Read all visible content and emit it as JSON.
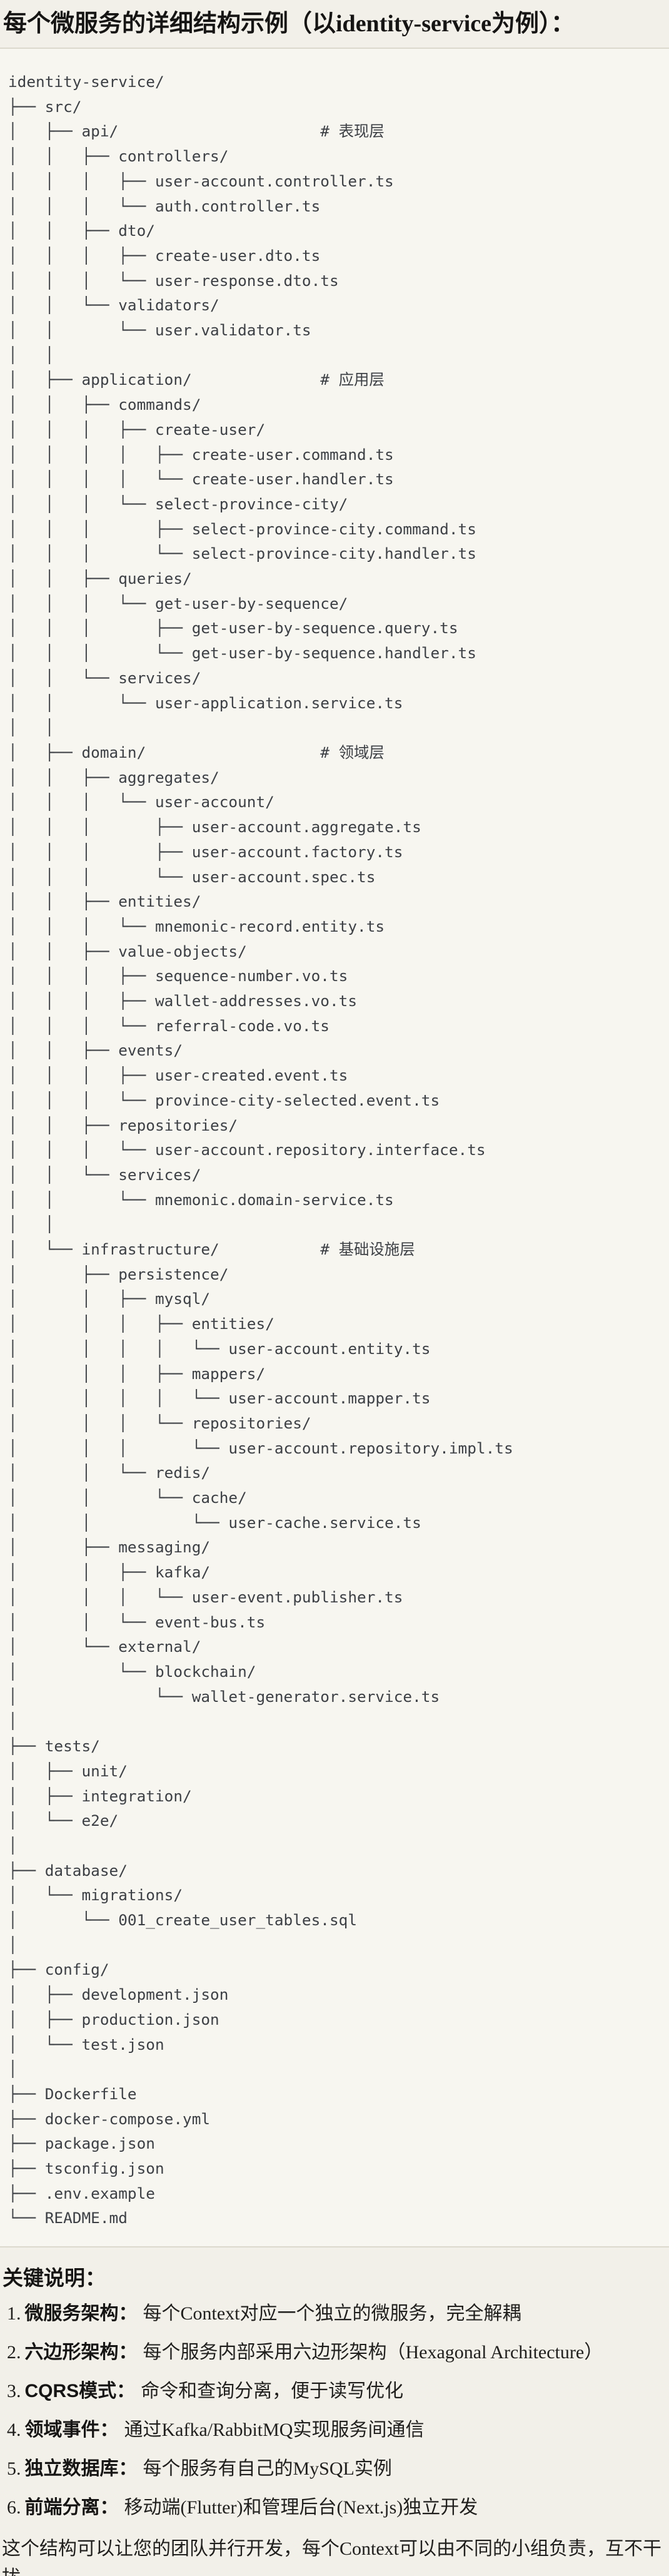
{
  "title": "每个微服务的详细结构示例（以identity-service为例）：",
  "colors": {
    "page_background": "#F2F0E9",
    "code_background": "#F7F6F0",
    "code_border": "#DCD9CE",
    "code_text": "#3D4045",
    "body_text": "#201F1D"
  },
  "tree": {
    "root": "identity-service/",
    "layer_comments": [
      "# 表现层",
      "# 应用层",
      "# 领域层",
      "# 基础设施层"
    ],
    "lines": [
      "identity-service/",
      "├── src/",
      "│   ├── api/                      # 表现层",
      "│   │   ├── controllers/",
      "│   │   │   ├── user-account.controller.ts",
      "│   │   │   └── auth.controller.ts",
      "│   │   ├── dto/",
      "│   │   │   ├── create-user.dto.ts",
      "│   │   │   └── user-response.dto.ts",
      "│   │   └── validators/",
      "│   │       └── user.validator.ts",
      "│   │",
      "│   ├── application/              # 应用层",
      "│   │   ├── commands/",
      "│   │   │   ├── create-user/",
      "│   │   │   │   ├── create-user.command.ts",
      "│   │   │   │   └── create-user.handler.ts",
      "│   │   │   └── select-province-city/",
      "│   │   │       ├── select-province-city.command.ts",
      "│   │   │       └── select-province-city.handler.ts",
      "│   │   ├── queries/",
      "│   │   │   └── get-user-by-sequence/",
      "│   │   │       ├── get-user-by-sequence.query.ts",
      "│   │   │       └── get-user-by-sequence.handler.ts",
      "│   │   └── services/",
      "│   │       └── user-application.service.ts",
      "│   │",
      "│   ├── domain/                   # 领域层",
      "│   │   ├── aggregates/",
      "│   │   │   └── user-account/",
      "│   │   │       ├── user-account.aggregate.ts",
      "│   │   │       ├── user-account.factory.ts",
      "│   │   │       └── user-account.spec.ts",
      "│   │   ├── entities/",
      "│   │   │   └── mnemonic-record.entity.ts",
      "│   │   ├── value-objects/",
      "│   │   │   ├── sequence-number.vo.ts",
      "│   │   │   ├── wallet-addresses.vo.ts",
      "│   │   │   └── referral-code.vo.ts",
      "│   │   ├── events/",
      "│   │   │   ├── user-created.event.ts",
      "│   │   │   └── province-city-selected.event.ts",
      "│   │   ├── repositories/",
      "│   │   │   └── user-account.repository.interface.ts",
      "│   │   └── services/",
      "│   │       └── mnemonic.domain-service.ts",
      "│   │",
      "│   └── infrastructure/           # 基础设施层",
      "│       ├── persistence/",
      "│       │   ├── mysql/",
      "│       │   │   ├── entities/",
      "│       │   │   │   └── user-account.entity.ts",
      "│       │   │   ├── mappers/",
      "│       │   │   │   └── user-account.mapper.ts",
      "│       │   │   └── repositories/",
      "│       │   │       └── user-account.repository.impl.ts",
      "│       │   └── redis/",
      "│       │       └── cache/",
      "│       │           └── user-cache.service.ts",
      "│       ├── messaging/",
      "│       │   ├── kafka/",
      "│       │   │   └── user-event.publisher.ts",
      "│       │   └── event-bus.ts",
      "│       └── external/",
      "│           └── blockchain/",
      "│               └── wallet-generator.service.ts",
      "│",
      "├── tests/",
      "│   ├── unit/",
      "│   ├── integration/",
      "│   └── e2e/",
      "│",
      "├── database/",
      "│   └── migrations/",
      "│       └── 001_create_user_tables.sql",
      "│",
      "├── config/",
      "│   ├── development.json",
      "│   ├── production.json",
      "│   └── test.json",
      "│",
      "├── Dockerfile",
      "├── docker-compose.yml",
      "├── package.json",
      "├── tsconfig.json",
      "├── .env.example",
      "└── README.md"
    ]
  },
  "notes": {
    "heading": "关键说明：",
    "items": [
      {
        "num": "1.",
        "label": "微服务架构：",
        "desc": "每个Context对应一个独立的微服务，完全解耦"
      },
      {
        "num": "2.",
        "label": "六边形架构：",
        "desc": "每个服务内部采用六边形架构（Hexagonal Architecture）"
      },
      {
        "num": "3.",
        "label": "CQRS模式：",
        "desc": "命令和查询分离，便于读写优化"
      },
      {
        "num": "4.",
        "label": "领域事件：",
        "desc": "通过Kafka/RabbitMQ实现服务间通信"
      },
      {
        "num": "5.",
        "label": "独立数据库：",
        "desc": "每个服务有自己的MySQL实例"
      },
      {
        "num": "6.",
        "label": "前端分离：",
        "desc": "移动端(Flutter)和管理后台(Next.js)独立开发"
      }
    ],
    "footer": "这个结构可以让您的团队并行开发，每个Context可以由不同的小组负责，互不干扰。"
  }
}
